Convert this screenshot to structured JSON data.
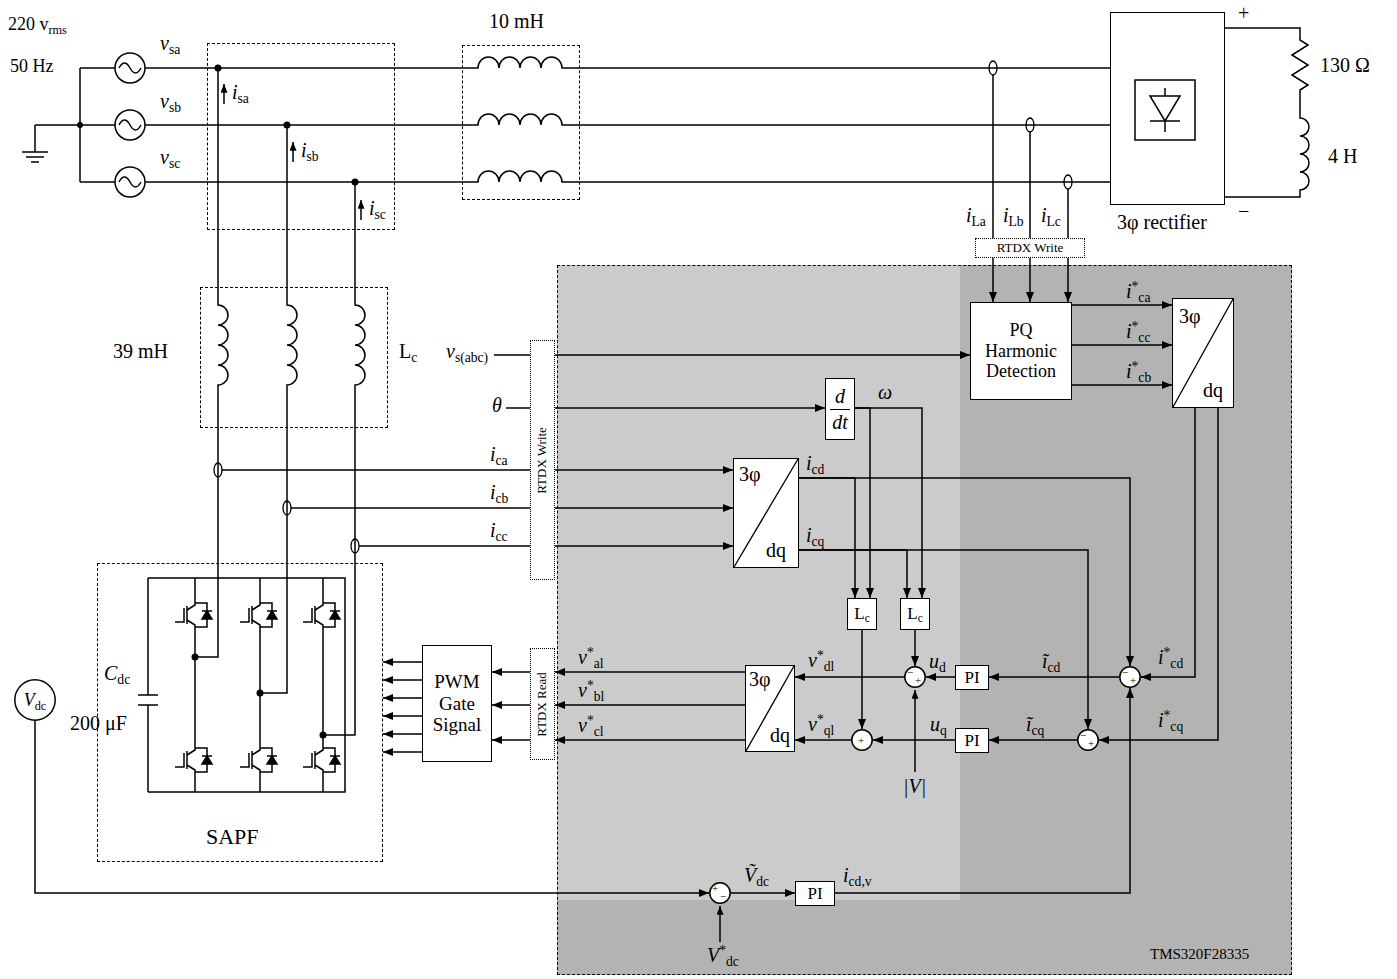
{
  "diagram": {
    "nodes": [
      {
        "text": [
          "isa",
          "isb",
          "isc"
        ]
      },
      {
        "text": [
          "10 mH"
        ]
      },
      {
        "text": [
          "3φ rectifier"
        ]
      },
      {
        "text": [
          "RTDX Write"
        ]
      },
      {
        "text": [
          "39 mH",
          "Lc"
        ]
      },
      {
        "text": [
          "TMS320F28335"
        ]
      },
      {
        "text": [
          "PQ Harmonic Detection"
        ],
        "in": 5
      },
      {
        "text": [
          "3φ",
          "dq"
        ],
        "in": 5
      },
      {
        "text": [
          "RTDX Write"
        ]
      },
      {
        "text": [
          "d",
          "dt"
        ],
        "in": 5
      },
      {
        "text": [
          "3φ",
          "dq"
        ],
        "in": 5
      },
      {
        "text": [
          "SAPF"
        ]
      },
      {
        "text": [
          "Vdc"
        ]
      },
      {
        "text": [
          "PWM Gate Signal"
        ]
      },
      {
        "text": [
          "RTDX Read"
        ]
      },
      {
        "text": [
          "Lc"
        ],
        "in": 5
      },
      {
        "text": [
          "Lc"
        ],
        "in": 5
      },
      {
        "text": [
          "−",
          "+"
        ],
        "in": 5
      },
      {
        "text": [
          "PI"
        ],
        "in": 5
      },
      {
        "text": [
          "−",
          "+"
        ],
        "in": 5
      },
      {
        "text": [
          "3φ",
          "dq"
        ],
        "in": 5
      },
      {
        "text": [
          "+"
        ],
        "in": 5
      },
      {
        "text": [
          "PI"
        ],
        "in": 5
      },
      {
        "text": [
          "−",
          "+"
        ],
        "in": 5
      },
      {
        "text": [
          "+",
          "−"
        ],
        "in": 5
      },
      {
        "text": [
          "PI"
        ],
        "in": 5
      }
    ],
    "edges": [
      {
        "from": 0,
        "to": 1,
        "arrow": "none"
      },
      {
        "from": 0,
        "to": 1,
        "arrow": "none"
      },
      {
        "from": 0,
        "to": 1,
        "arrow": "none"
      },
      {
        "from": 1,
        "to": 2,
        "arrow": "none"
      },
      {
        "from": 1,
        "to": 2,
        "arrow": "none"
      },
      {
        "from": 1,
        "to": 2,
        "arrow": "none"
      },
      {
        "from": 0,
        "to": 4,
        "arrow": "none"
      },
      {
        "from": 0,
        "to": 4,
        "arrow": "none"
      },
      {
        "from": 0,
        "to": 4,
        "arrow": "none"
      },
      {
        "from": 4,
        "to": 11,
        "arrow": "none"
      },
      {
        "from": 4,
        "to": 11,
        "arrow": "none"
      },
      {
        "from": 4,
        "to": 11,
        "arrow": "none"
      },
      {
        "from": 3,
        "to": 6,
        "arrow": "to"
      },
      {
        "from": 3,
        "to": 6,
        "arrow": "to"
      },
      {
        "from": 3,
        "to": 6,
        "arrow": "to"
      },
      {
        "from": 8,
        "to": 6,
        "arrow": "to"
      },
      {
        "from": 8,
        "to": 9,
        "arrow": "to"
      },
      {
        "from": 8,
        "to": 10,
        "arrow": "to"
      },
      {
        "from": 8,
        "to": 10,
        "arrow": "to"
      },
      {
        "from": 8,
        "to": 10,
        "arrow": "to"
      },
      {
        "from": 6,
        "to": 7,
        "arrow": "to",
        "label": "i*ca"
      },
      {
        "from": 6,
        "to": 7,
        "arrow": "to",
        "label": "i*cc"
      },
      {
        "from": 6,
        "to": 7,
        "arrow": "to",
        "label": "i*cb"
      },
      {
        "from": 9,
        "to": 15,
        "arrow": "to"
      },
      {
        "from": 9,
        "to": 16,
        "arrow": "to"
      },
      {
        "from": 10,
        "to": 15,
        "arrow": "to"
      },
      {
        "from": 10,
        "to": 19,
        "arrow": "to",
        "label": "icd"
      },
      {
        "from": 10,
        "to": 16,
        "arrow": "to"
      },
      {
        "from": 10,
        "to": 23,
        "arrow": "to",
        "label": "icq"
      },
      {
        "from": 7,
        "to": 19,
        "arrow": "to",
        "label": "i*cd"
      },
      {
        "from": 7,
        "to": 23,
        "arrow": "to",
        "label": "i*cq"
      },
      {
        "from": 19,
        "to": 18,
        "arrow": "to",
        "label": "ĩcd"
      },
      {
        "from": 18,
        "to": 17,
        "arrow": "to",
        "label": "ud"
      },
      {
        "from": 16,
        "to": 17,
        "arrow": "to"
      },
      {
        "from": 17,
        "to": 20,
        "arrow": "to",
        "label": "v*dl"
      },
      {
        "from": 23,
        "to": 22,
        "arrow": "to",
        "label": "ĩcq"
      },
      {
        "from": 22,
        "to": 21,
        "arrow": "to",
        "label": "uq"
      },
      {
        "from": 15,
        "to": 21,
        "arrow": "to"
      },
      {
        "from": 21,
        "to": 20,
        "arrow": "to",
        "label": "v*ql"
      },
      {
        "from": 20,
        "to": 14,
        "arrow": "to",
        "label": "v*al"
      },
      {
        "from": 20,
        "to": 14,
        "arrow": "to",
        "label": "v*bl"
      },
      {
        "from": 20,
        "to": 14,
        "arrow": "to",
        "label": "v*cl"
      },
      {
        "from": 14,
        "to": 13,
        "arrow": "to"
      },
      {
        "from": 14,
        "to": 13,
        "arrow": "to"
      },
      {
        "from": 14,
        "to": 13,
        "arrow": "to"
      },
      {
        "from": 13,
        "to": 11,
        "arrow": "to"
      },
      {
        "from": 13,
        "to": 11,
        "arrow": "to"
      },
      {
        "from": 13,
        "to": 11,
        "arrow": "to"
      },
      {
        "from": 13,
        "to": 11,
        "arrow": "to"
      },
      {
        "from": 13,
        "to": 11,
        "arrow": "to"
      },
      {
        "from": 13,
        "to": 11,
        "arrow": "to"
      },
      {
        "from": 12,
        "to": 24,
        "arrow": "to"
      },
      {
        "from": 24,
        "to": 25,
        "arrow": "to",
        "label": "Ṽdc"
      },
      {
        "from": 25,
        "to": 19,
        "arrow": "to",
        "label": "icd,v"
      }
    ],
    "labels": [
      "220 vrms",
      "50 Hz",
      "vsa",
      "vsb",
      "vsc",
      "+",
      "−",
      "130 Ω",
      "4 H",
      "iLa",
      "iLb",
      "iLc",
      "vs(abc)",
      "θ",
      "ω",
      "ica",
      "icb",
      "icc",
      "Cdc",
      "200 μF",
      "|V|",
      "V*dc"
    ]
  }
}
